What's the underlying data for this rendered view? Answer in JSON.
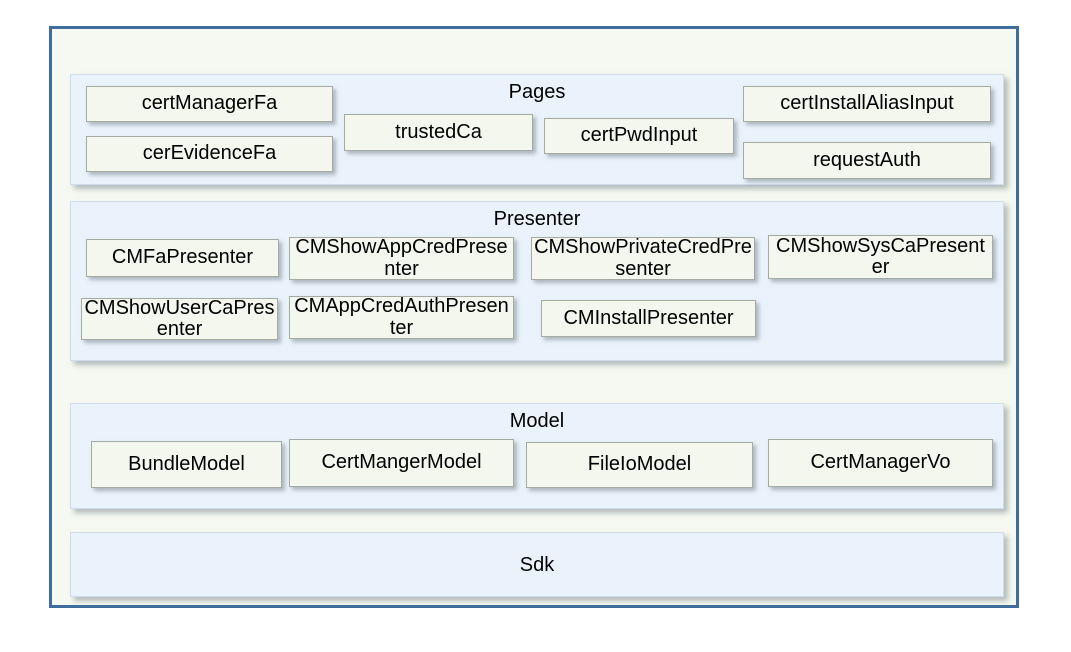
{
  "layers": [
    {
      "title": "Pages",
      "boxes": [
        "certManagerFa",
        "cerEvidenceFa",
        "trustedCa",
        "certPwdInput",
        "certInstallAliasInput",
        "requestAuth"
      ]
    },
    {
      "title": "Presenter",
      "boxes": [
        "CMFaPresenter",
        "CMShowAppCredPresenter",
        "CMShowPrivateCredPresenter",
        "CMShowSysCaPresenter",
        "CMShowUserCaPresenter",
        "CMAppCredAuthPresenter",
        "CMInstallPresenter"
      ]
    },
    {
      "title": "Model",
      "boxes": [
        "BundleModel",
        "CertMangerModel",
        "FileIoModel",
        "CertManagerVo"
      ]
    },
    {
      "title": "Sdk",
      "boxes": []
    }
  ],
  "colors": {
    "frame_border": "#3f6e9e",
    "frame_bg": "#f5f9f1",
    "layer_bg": "#eaf3fc",
    "box_bg": "#f3f7ee",
    "box_border": "#a5aaa2",
    "text": "#000000"
  }
}
